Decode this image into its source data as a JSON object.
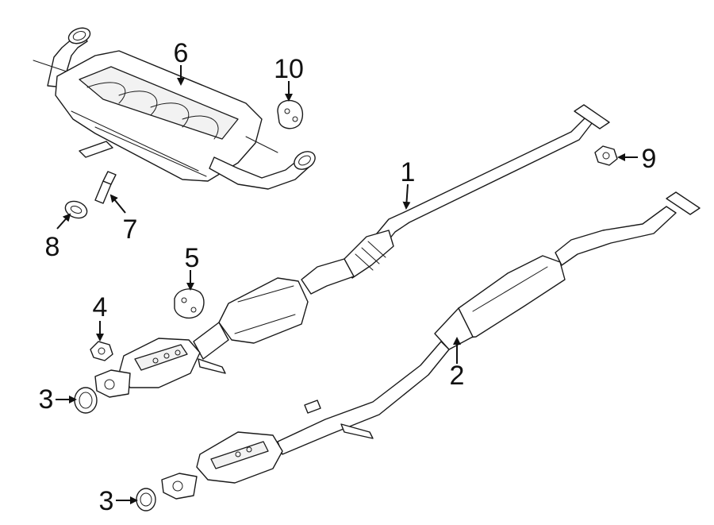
{
  "diagram": {
    "colors": {
      "line": "#1a1a1a",
      "background": "#ffffff"
    },
    "callouts": [
      {
        "id": "c1",
        "label": "1"
      },
      {
        "id": "c2",
        "label": "2"
      },
      {
        "id": "c3a",
        "label": "3"
      },
      {
        "id": "c3b",
        "label": "3"
      },
      {
        "id": "c4",
        "label": "4"
      },
      {
        "id": "c5",
        "label": "5"
      },
      {
        "id": "c6",
        "label": "6"
      },
      {
        "id": "c7",
        "label": "7"
      },
      {
        "id": "c8",
        "label": "8"
      },
      {
        "id": "c9",
        "label": "9"
      },
      {
        "id": "c10",
        "label": "10"
      }
    ]
  }
}
